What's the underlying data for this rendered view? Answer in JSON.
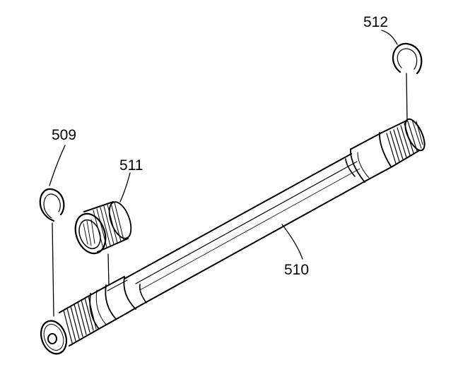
{
  "callouts": {
    "snap_ring_left": "509",
    "shaft": "510",
    "bearing": "511",
    "snap_ring_right": "512"
  },
  "colors": {
    "ink": "#000000",
    "paper": "#ffffff"
  }
}
